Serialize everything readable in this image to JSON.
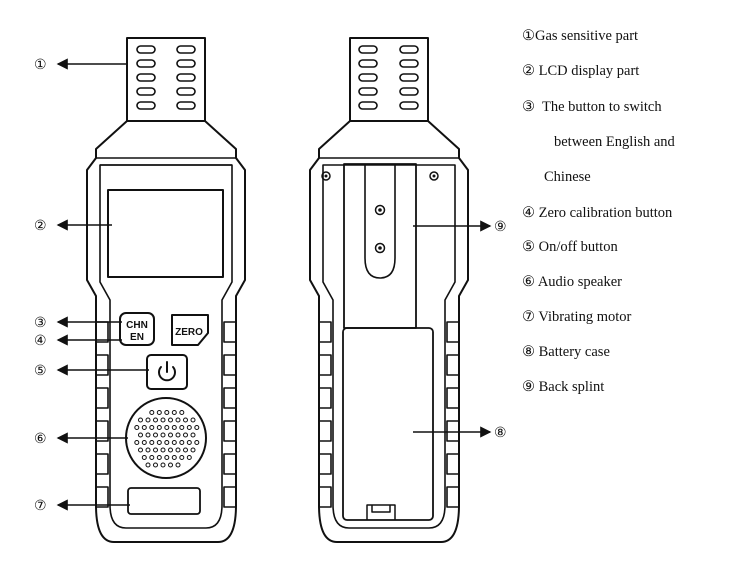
{
  "markers": {
    "m1": "①",
    "m2": "②",
    "m3": "③",
    "m4": "④",
    "m5": "⑤",
    "m6": "⑥",
    "m7": "⑦",
    "m8": "⑧",
    "m9": "⑨"
  },
  "device": {
    "lang_button_top": "CHN",
    "lang_button_bottom": "EN",
    "zero_button": "ZERO",
    "power_icon": "power-icon"
  },
  "legend": {
    "items": [
      {
        "num": "①",
        "text": "Gas sensitive part"
      },
      {
        "num": "②",
        "text": "LCD display part"
      },
      {
        "num": "③",
        "text": "The button to switch",
        "cont1": "between English and",
        "cont2": "Chinese"
      },
      {
        "num": "④",
        "text": "Zero calibration button"
      },
      {
        "num": "⑤",
        "text": "On/off button"
      },
      {
        "num": "⑥",
        "text": "Audio speaker"
      },
      {
        "num": "⑦",
        "text": "Vibrating motor"
      },
      {
        "num": "⑧",
        "text": "Battery case"
      },
      {
        "num": "⑨",
        "text": "Back splint"
      }
    ]
  },
  "colors": {
    "line": "#111111",
    "body": "#ffffff"
  }
}
